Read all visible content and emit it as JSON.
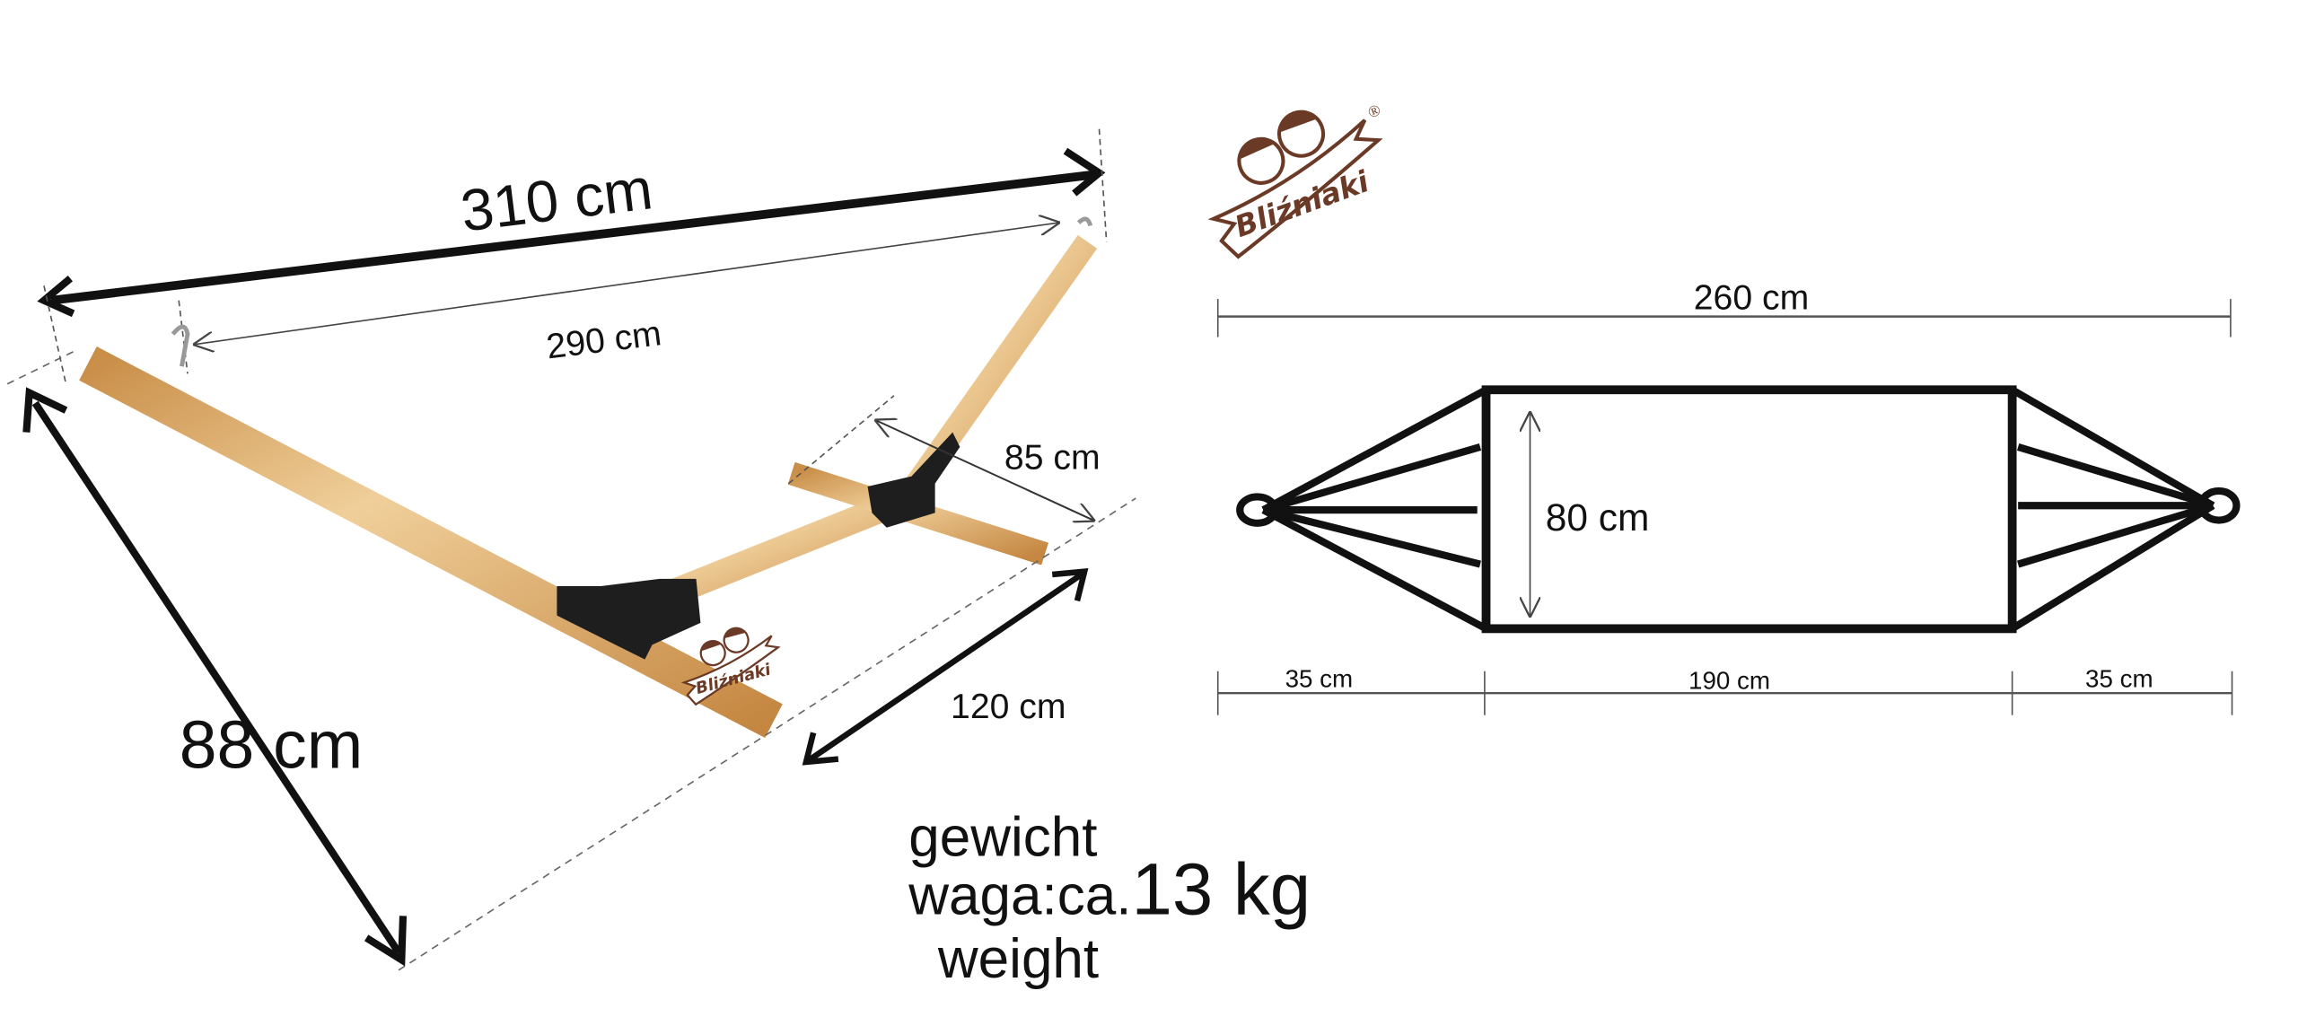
{
  "brand": {
    "name": "Bliźniaki",
    "registered": "®",
    "color": "#6b3a26"
  },
  "frame": {
    "total_length": "310 cm",
    "hook_distance": "290 cm",
    "upright_width": "85 cm",
    "base_width": "120 cm",
    "height": "88 cm",
    "wood_color": "#d9a866",
    "bracket_color": "#1e1e1e"
  },
  "hammock": {
    "total_length": "260 cm",
    "bed_width": "80 cm",
    "left_strings": "35 cm",
    "bed_length": "190 cm",
    "right_strings": "35 cm"
  },
  "weight": {
    "label_de": "gewicht",
    "label_pl": "waga:ca.",
    "value": "13 kg",
    "label_en": "weight"
  }
}
